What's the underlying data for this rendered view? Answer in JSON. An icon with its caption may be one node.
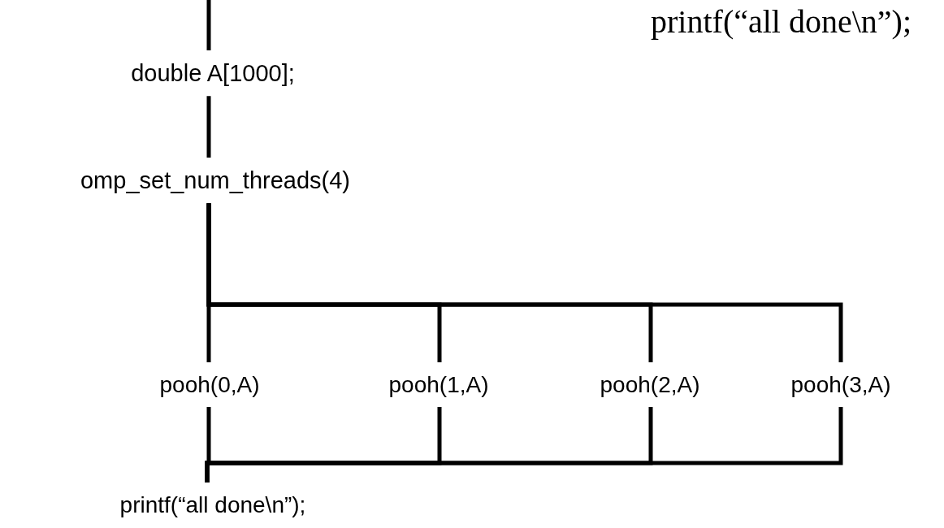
{
  "diagram": {
    "nodes": [
      {
        "text": [
          "double A[1000];"
        ]
      },
      {
        "text": [
          "omp_set_num_threads(4)"
        ]
      },
      {
        "text": [
          "pooh(0,A)"
        ]
      },
      {
        "text": [
          "pooh(1,A)"
        ]
      },
      {
        "text": [
          "pooh(2,A)"
        ]
      },
      {
        "text": [
          "pooh(3,A)"
        ]
      },
      {
        "text": [
          "printf(“all done\\n”);"
        ]
      }
    ],
    "edges": [
      {
        "from": null,
        "to": 0,
        "arrow": "none"
      },
      {
        "from": 0,
        "to": 1,
        "arrow": "none"
      },
      {
        "from": 1,
        "to": 2,
        "arrow": "none"
      },
      {
        "from": 1,
        "to": 3,
        "arrow": "none"
      },
      {
        "from": 1,
        "to": 4,
        "arrow": "none"
      },
      {
        "from": 1,
        "to": 5,
        "arrow": "none"
      },
      {
        "from": 2,
        "to": 6,
        "arrow": "none"
      },
      {
        "from": 3,
        "to": 6,
        "arrow": "none"
      },
      {
        "from": 4,
        "to": 6,
        "arrow": "none"
      },
      {
        "from": 5,
        "to": 6,
        "arrow": "none"
      }
    ],
    "labels": [
      "printf(“all done\\n”);"
    ]
  }
}
